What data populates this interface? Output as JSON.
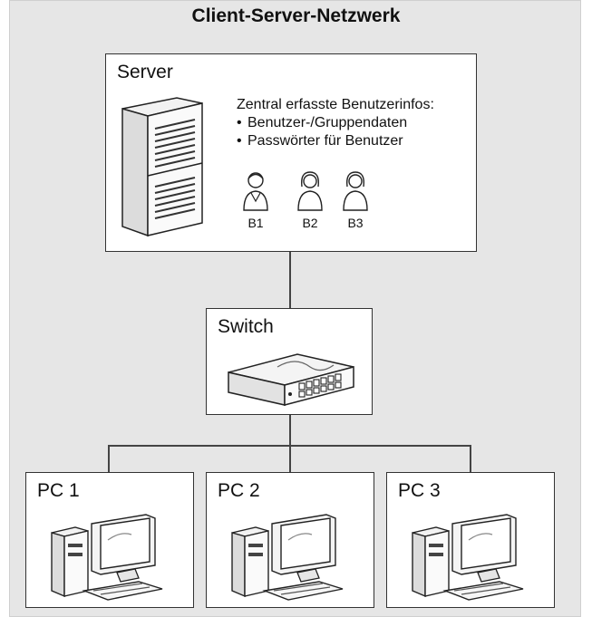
{
  "title": "Client-Server-Netzwerk",
  "server": {
    "label": "Server",
    "info_heading": "Zentral erfasste Benutzerinfos:",
    "info_items": [
      "Benutzer-/Gruppendaten",
      "Passwörter für Benutzer"
    ],
    "users": [
      "B1",
      "B2",
      "B3"
    ]
  },
  "switch": {
    "label": "Switch"
  },
  "clients": [
    {
      "label": "PC 1"
    },
    {
      "label": "PC 2"
    },
    {
      "label": "PC 3"
    }
  ]
}
